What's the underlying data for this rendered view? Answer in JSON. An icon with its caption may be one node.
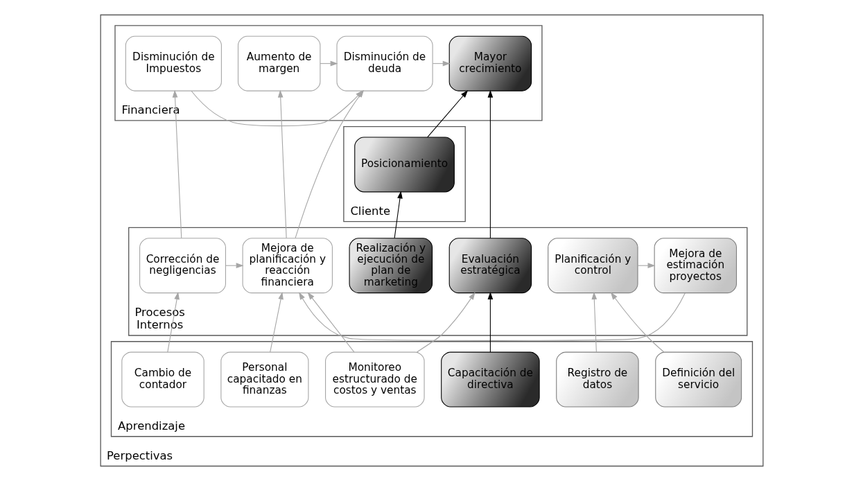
{
  "diagram": {
    "nodes": [
      {
        "text": [
          "Perpectivas"
        ]
      },
      {
        "text": [
          "Financiera"
        ],
        "in": 0
      },
      {
        "text": [
          "Cliente"
        ],
        "in": 0
      },
      {
        "text": [
          "Procesos Internos"
        ],
        "in": 0
      },
      {
        "text": [
          "Aprendizaje"
        ],
        "in": 0
      },
      {
        "text": [
          "Disminución de Impuestos"
        ],
        "in": 1
      },
      {
        "text": [
          "Aumento de margen"
        ],
        "in": 1
      },
      {
        "text": [
          "Disminución de deuda"
        ],
        "in": 1
      },
      {
        "text": [
          "Mayor crecimiento"
        ],
        "in": 1
      },
      {
        "text": [
          "Posicionamiento"
        ],
        "in": 2
      },
      {
        "text": [
          "Corrección de negligencias"
        ],
        "in": 3
      },
      {
        "text": [
          "Mejora de planificación y reacción financiera"
        ],
        "in": 3
      },
      {
        "text": [
          "Mejora de estimación proyectos"
        ],
        "in": 3
      },
      {
        "text": [
          "Planificación y control"
        ],
        "in": 3
      },
      {
        "text": [
          "Realización y ejecución de plan de marketing"
        ],
        "in": 3
      },
      {
        "text": [
          "Evaluación estratégica"
        ],
        "in": 3
      },
      {
        "text": [
          "Cambio de contador"
        ],
        "in": 4
      },
      {
        "text": [
          "Monitoreo estructurado de costos y ventas"
        ],
        "in": 4
      },
      {
        "text": [
          "Personal capacitado en finanzas"
        ],
        "in": 4
      },
      {
        "text": [
          "Definición del servicio"
        ],
        "in": 4
      },
      {
        "text": [
          "Registro de datos"
        ],
        "in": 4
      },
      {
        "text": [
          "Capacitación de directiva"
        ],
        "in": 4
      }
    ],
    "edges": [
      {
        "from": 5,
        "to": 7,
        "arrow": "to"
      },
      {
        "from": 6,
        "to": 7,
        "arrow": "to"
      },
      {
        "from": 7,
        "to": 8,
        "arrow": "to"
      },
      {
        "from": 9,
        "to": 8,
        "arrow": "to",
        "color": "#000000"
      },
      {
        "from": 15,
        "to": 8,
        "arrow": "to",
        "color": "#000000"
      },
      {
        "from": 14,
        "to": 9,
        "arrow": "to",
        "color": "#000000"
      },
      {
        "from": 10,
        "to": 5,
        "arrow": "to"
      },
      {
        "from": 11,
        "to": 6,
        "arrow": "to"
      },
      {
        "from": 11,
        "to": 7,
        "arrow": "to"
      },
      {
        "from": 10,
        "to": 11,
        "arrow": "to"
      },
      {
        "from": 12,
        "to": 11,
        "arrow": "to"
      },
      {
        "from": 13,
        "to": 12,
        "arrow": "to"
      },
      {
        "from": 16,
        "to": 10,
        "arrow": "to"
      },
      {
        "from": 17,
        "to": 11,
        "arrow": "to"
      },
      {
        "from": 18,
        "to": 11,
        "arrow": "to"
      },
      {
        "from": 19,
        "to": 13,
        "arrow": "to"
      },
      {
        "from": 20,
        "to": 13,
        "arrow": "to"
      },
      {
        "from": 17,
        "to": 15,
        "arrow": "to"
      },
      {
        "from": 21,
        "to": 15,
        "arrow": "to",
        "color": "#000000"
      }
    ]
  }
}
